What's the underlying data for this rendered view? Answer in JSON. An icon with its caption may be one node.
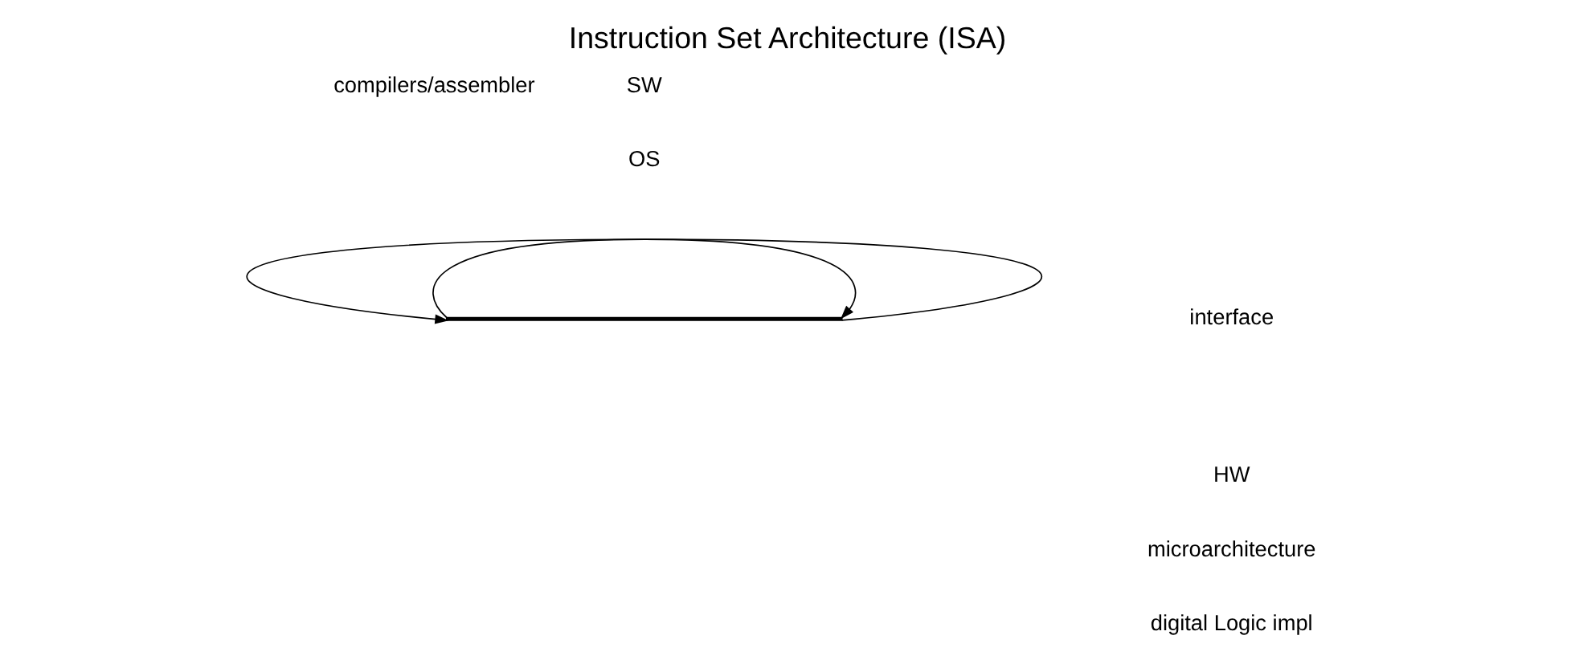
{
  "diagram": {
    "title": "Instruction Set Architecture (ISA)",
    "labels": [
      "compilers/assembler",
      "OS",
      "SW",
      "interface",
      "HW",
      "microarchitecture",
      "digital Logic impl"
    ]
  }
}
